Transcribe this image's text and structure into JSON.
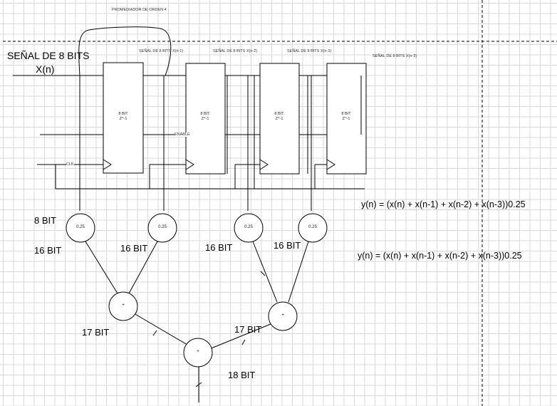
{
  "diagram": {
    "title": "PROMEDIADOR DE ORDEN 4",
    "input_label": "SEÑAL DE 8 BITS",
    "input_signal": "X(n)",
    "delay_signals": [
      "SEÑAL DE 8 BITS X(n-1)",
      "SEÑAL DE 8 BITS X(n-2)",
      "SEÑAL DE 8 BITS X(n-3)",
      "SEÑAL DE 8 BITS X(n-3)"
    ],
    "registers": [
      {
        "line1": "8 BIT",
        "line2": "Z^-1"
      },
      {
        "line1": "8 BIT",
        "line2": "Z^-1"
      },
      {
        "line1": "8 BIT",
        "line2": "Z^-1"
      },
      {
        "line1": "8 BIT",
        "line2": "Z^-1"
      }
    ],
    "enable_label": "ENABLE",
    "clock_label": "CLK",
    "coefficients": [
      "0.25",
      "0.25",
      "0.25",
      "0.25"
    ],
    "adder_symbol": "+",
    "bit_labels": {
      "input_width": "8 BIT",
      "mult_width_1": "16 BIT",
      "mult_width_2": "16 BIT",
      "mult_width_3": "16 BIT",
      "mult_width_4": "16 BIT",
      "sum_width_1": "17 BIT",
      "sum_width_2": "17 BIT",
      "output_width": "18 BIT"
    },
    "equations": [
      "y(n) = (x(n) + x(n-1) + x(n-2) + x(n-3))0.25",
      "y(n) = (x(n) + x(n-1) + x(n-2) + x(n-3))0.25"
    ]
  }
}
